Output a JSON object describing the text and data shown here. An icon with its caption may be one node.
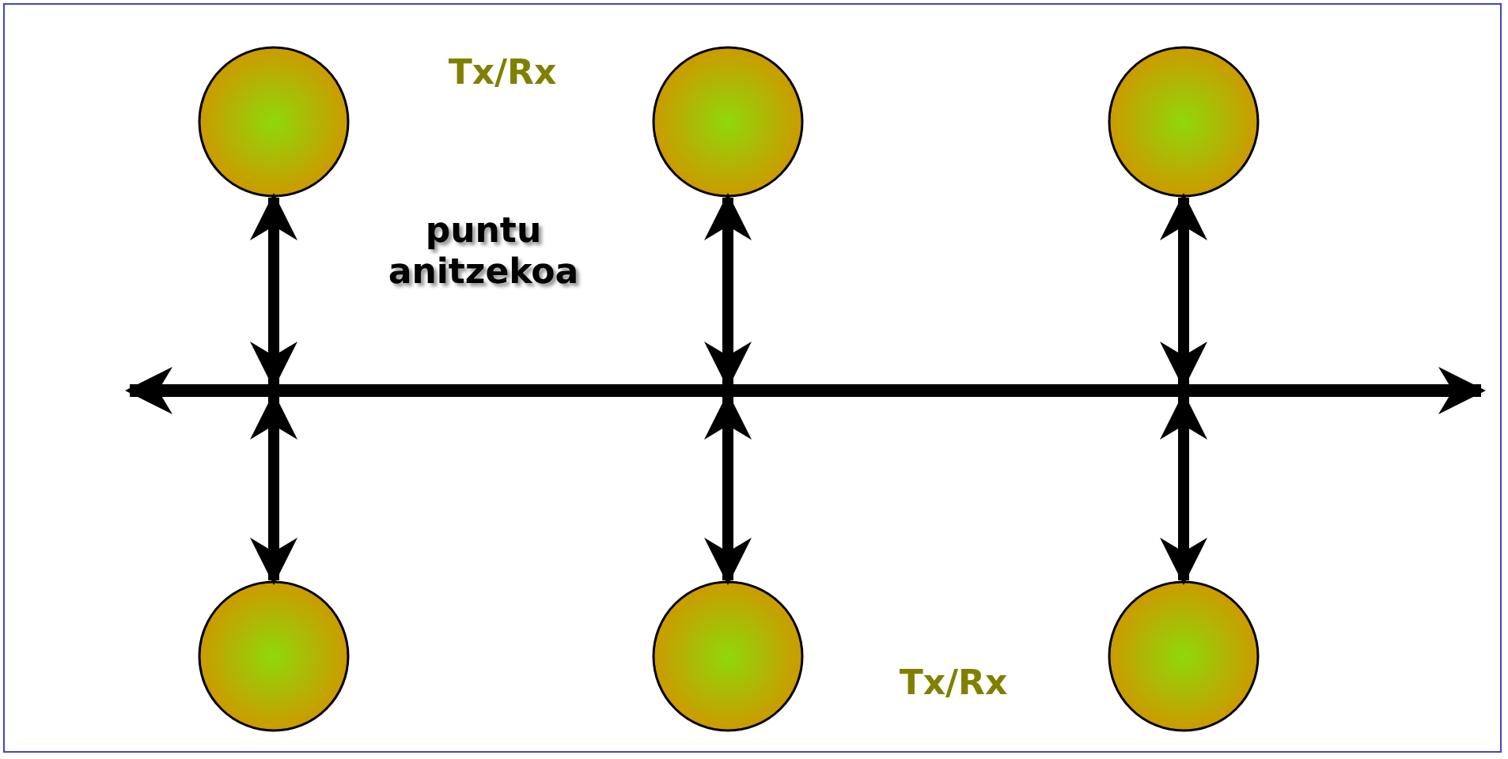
{
  "diagram": {
    "nodes": [
      {
        "text": [],
        "shape": "circle"
      },
      {
        "text": [],
        "shape": "circle"
      },
      {
        "text": [],
        "shape": "circle"
      },
      {
        "text": [],
        "shape": "bar"
      },
      {
        "text": [],
        "shape": "circle"
      },
      {
        "text": [],
        "shape": "circle"
      },
      {
        "text": [],
        "shape": "circle"
      }
    ],
    "edges": [
      {
        "from": 0,
        "to": 3,
        "arrow": "both"
      },
      {
        "from": 1,
        "to": 3,
        "arrow": "both"
      },
      {
        "from": 2,
        "to": 3,
        "arrow": "both"
      },
      {
        "from": 4,
        "to": 3,
        "arrow": "both"
      },
      {
        "from": 5,
        "to": 3,
        "arrow": "both"
      },
      {
        "from": 6,
        "to": 3,
        "arrow": "both"
      }
    ],
    "labels": [
      "Tx/Rx",
      "puntu anitzekoa",
      "Tx/Rx"
    ]
  }
}
